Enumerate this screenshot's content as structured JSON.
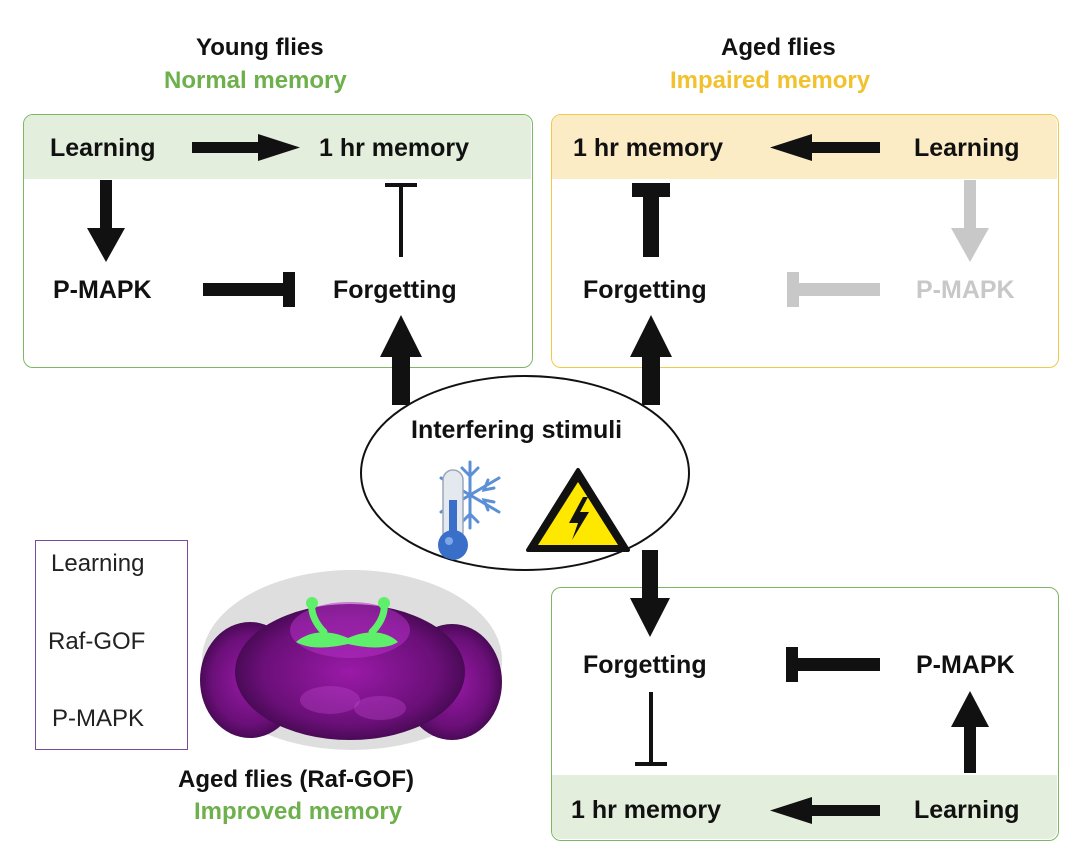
{
  "colors": {
    "green_accent": "#6db04c",
    "green_border": "#7cb862",
    "green_band": "#e3efdc",
    "yellow_accent": "#f2c22e",
    "yellow_border": "#f0c94a",
    "yellow_band": "#fcecc6",
    "grey_faded": "#c8c8c8",
    "legend_border": "#7a4a9a",
    "red_arrow": "#e0140f"
  },
  "young": {
    "title": "Young flies",
    "subtitle": "Normal memory",
    "learning": "Learning",
    "memory": "1 hr memory",
    "pmapk": "P-MAPK",
    "forgetting": "Forgetting"
  },
  "aged": {
    "title": "Aged flies",
    "subtitle": "Impaired memory",
    "memory": "1 hr memory",
    "learning": "Learning",
    "forgetting": "Forgetting",
    "pmapk": "P-MAPK"
  },
  "center": {
    "label": "Interfering stimuli",
    "icons": [
      "thermometer-snowflake-icon",
      "high-voltage-warning-icon"
    ]
  },
  "legend": {
    "learning": "Learning",
    "raf": "Raf-GOF",
    "pmapk": "P-MAPK"
  },
  "raf": {
    "title": "Aged flies (Raf-GOF)",
    "subtitle": "Improved memory",
    "forgetting": "Forgetting",
    "pmapk": "P-MAPK",
    "memory": "1 hr memory",
    "learning": "Learning"
  }
}
